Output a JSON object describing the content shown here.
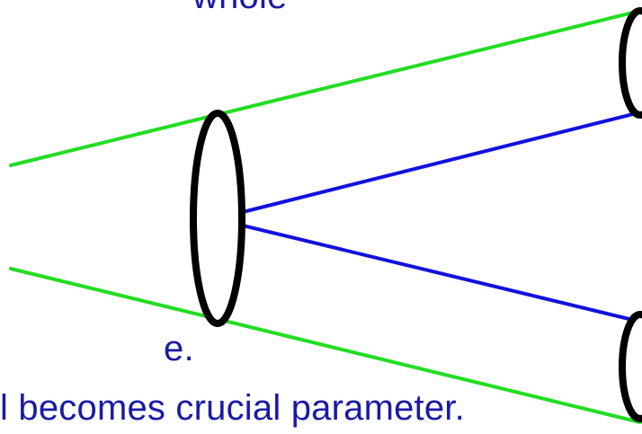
{
  "text_fragments": {
    "top": "whole",
    "middle": "e.",
    "bottom": "l becomes crucial parameter."
  },
  "colors": {
    "text": "#1a1aa6",
    "outer_rays": "#22dd22",
    "inner_rays": "#1111dd",
    "lens_outline": "#000000",
    "background": "#ffffff"
  },
  "diagram": {
    "lenses": [
      {
        "name": "main-lens"
      },
      {
        "name": "upper-right-lens"
      },
      {
        "name": "lower-right-lens"
      }
    ],
    "rays": [
      {
        "name": "upper-outer-ray",
        "color": "green"
      },
      {
        "name": "lower-outer-ray",
        "color": "green"
      },
      {
        "name": "upper-inner-ray",
        "color": "blue"
      },
      {
        "name": "lower-inner-ray",
        "color": "blue"
      }
    ]
  }
}
